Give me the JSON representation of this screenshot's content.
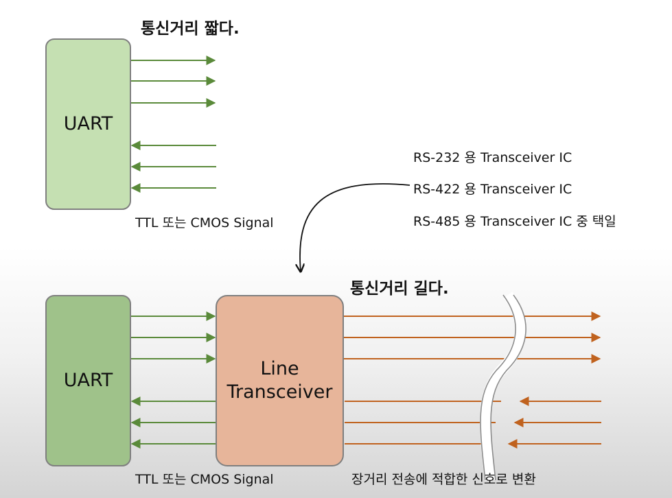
{
  "top": {
    "title": "통신거리 짧다.",
    "uart_label": "UART",
    "signal_label": "TTL 또는 CMOS Signal"
  },
  "options": [
    "RS-232 용 Transceiver IC",
    "RS-422 용 Transceiver IC",
    "RS-485 용 Transceiver IC 중 택일"
  ],
  "bottom": {
    "title": "통신거리 길다.",
    "uart_label": "UART",
    "transceiver_line1": "Line",
    "transceiver_line2": "Transceiver",
    "signal_label": "TTL 또는 CMOS Signal",
    "conversion_label": "장거리 전송에 적합한 신호로 변환"
  },
  "colors": {
    "uart_top_fill": "#c5e0b2",
    "uart_bottom_fill": "#9fc28a",
    "uart_border": "#7f7f7f",
    "transceiver_fill": "#e7b59a",
    "green_arrow": "#5a8a3a",
    "orange_arrow": "#c0621e"
  }
}
